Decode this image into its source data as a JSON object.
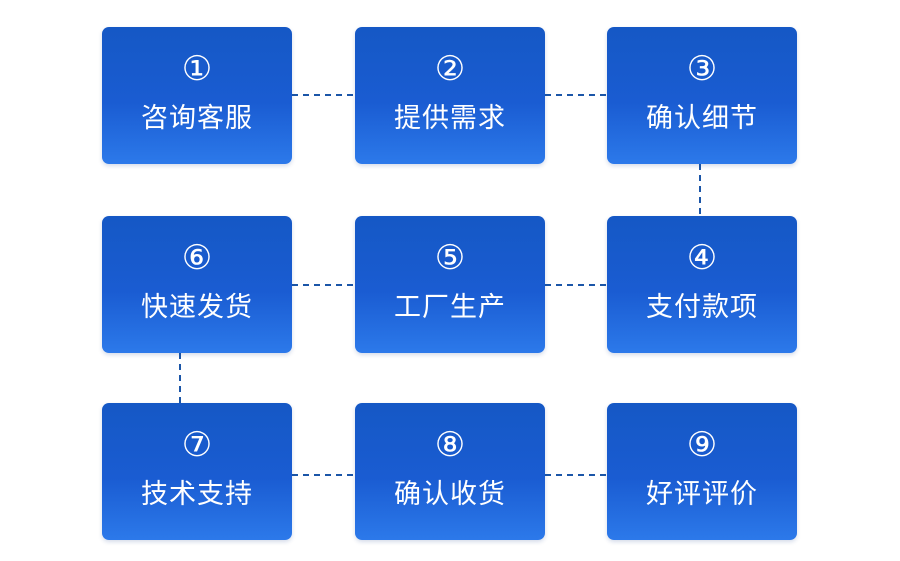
{
  "steps": [
    {
      "number": "①",
      "label": "咨询客服"
    },
    {
      "number": "②",
      "label": "提供需求"
    },
    {
      "number": "③",
      "label": "确认细节"
    },
    {
      "number": "④",
      "label": "支付款项"
    },
    {
      "number": "⑤",
      "label": "工厂生产"
    },
    {
      "number": "⑥",
      "label": "快速发货"
    },
    {
      "number": "⑦",
      "label": "技术支持"
    },
    {
      "number": "⑧",
      "label": "确认收货"
    },
    {
      "number": "⑨",
      "label": "好评评价"
    }
  ],
  "colors": {
    "box_top": "#1558c5",
    "box_bottom": "#2c79ea",
    "connector": "#1b56a8",
    "text": "#ffffff"
  }
}
